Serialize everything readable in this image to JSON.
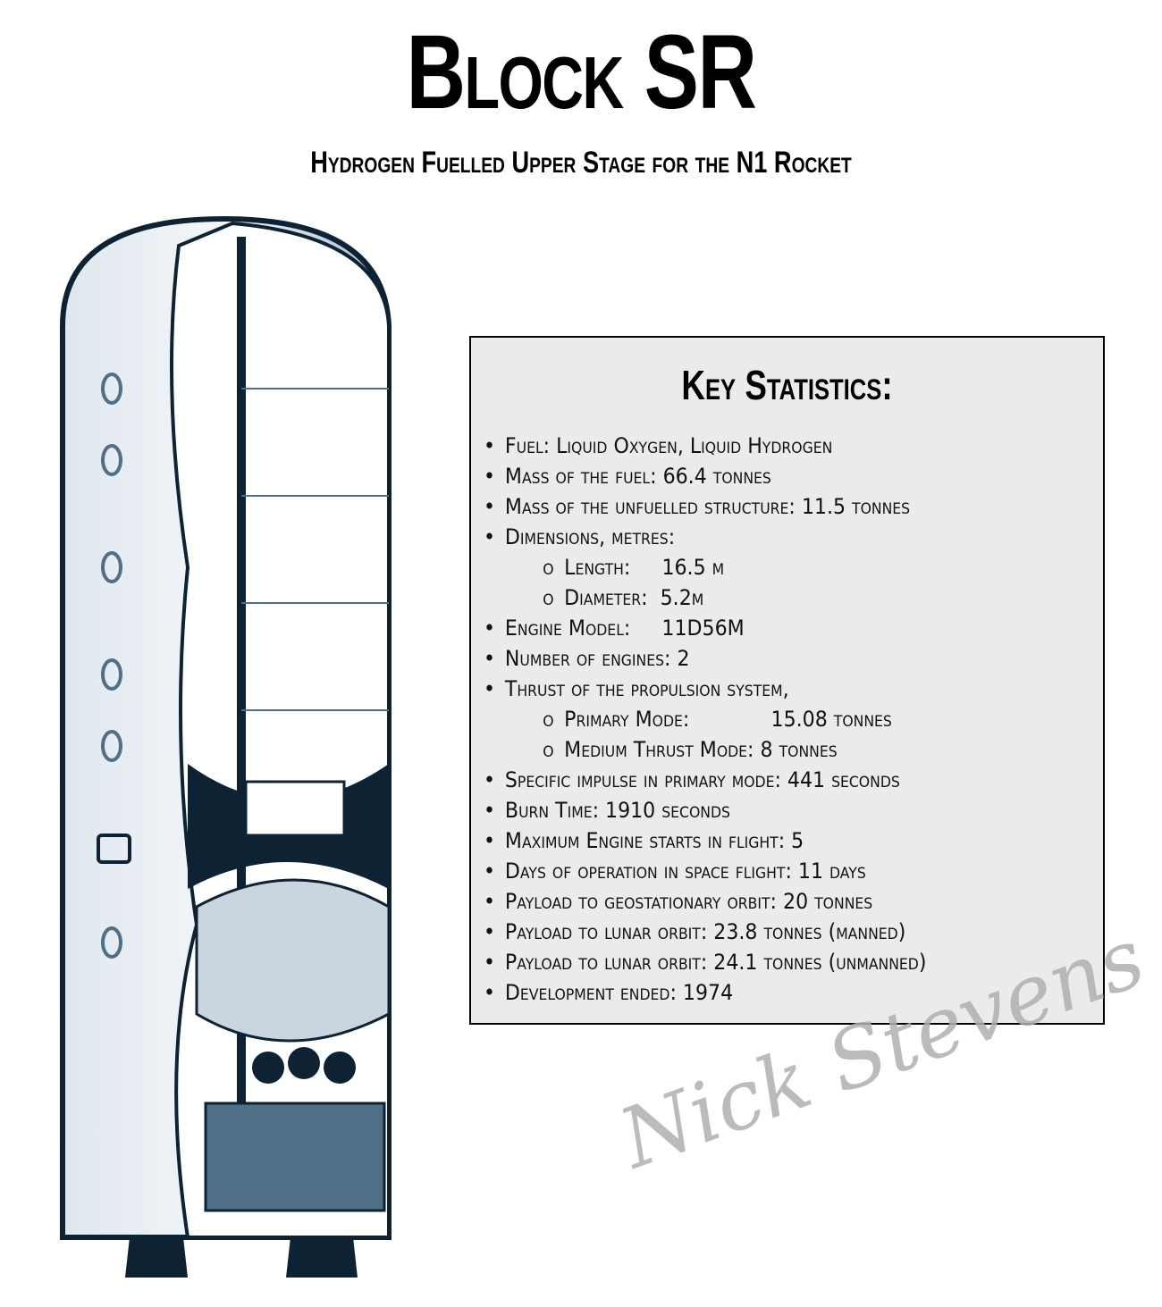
{
  "header": {
    "title": "Block SR",
    "subtitle": "Hydrogen Fuelled Upper Stage for the N1 Rocket"
  },
  "illustration": {
    "subject": "cutaway-rocket-stage",
    "colors": {
      "dark": "#0d2233",
      "mid": "#4f6f86",
      "light": "#c9d6e0"
    }
  },
  "stats": {
    "title": "Key Statistics:",
    "items": [
      {
        "level": 1,
        "text": "Fuel: Liquid Oxygen, Liquid Hydrogen"
      },
      {
        "level": 1,
        "text": "Mass of the fuel: 66.4 tonnes"
      },
      {
        "level": 1,
        "text": "Mass of the unfuelled structure: 11.5 tonnes"
      },
      {
        "level": 1,
        "text": "Dimensions, metres:"
      },
      {
        "level": 2,
        "text": "Length:     16.5 m"
      },
      {
        "level": 2,
        "text": "Diameter:  5.2m"
      },
      {
        "level": 1,
        "text": "Engine Model:     11D56M"
      },
      {
        "level": 1,
        "text": "Number of engines: 2"
      },
      {
        "level": 1,
        "text": "Thrust of the propulsion system,"
      },
      {
        "level": 2,
        "text": "Primary Mode:             15.08 tonnes"
      },
      {
        "level": 2,
        "text": "Medium Thrust Mode: 8 tonnes"
      },
      {
        "level": 1,
        "text": "Specific impulse in primary mode: 441 seconds"
      },
      {
        "level": 1,
        "text": "Burn Time: 1910 seconds"
      },
      {
        "level": 1,
        "text": "Maximum Engine starts in flight: 5"
      },
      {
        "level": 1,
        "text": "Days of operation in space flight: 11 days"
      },
      {
        "level": 1,
        "text": "Payload to geostationary orbit: 20 tonnes"
      },
      {
        "level": 1,
        "text": "Payload to lunar orbit: 23.8 tonnes (manned)"
      },
      {
        "level": 1,
        "text": "Payload to lunar orbit: 24.1 tonnes (unmanned)"
      },
      {
        "level": 1,
        "text": "Development ended: 1974"
      }
    ],
    "bullet": "•",
    "sub_bullet": "o"
  },
  "signature": "Nick Stevens"
}
